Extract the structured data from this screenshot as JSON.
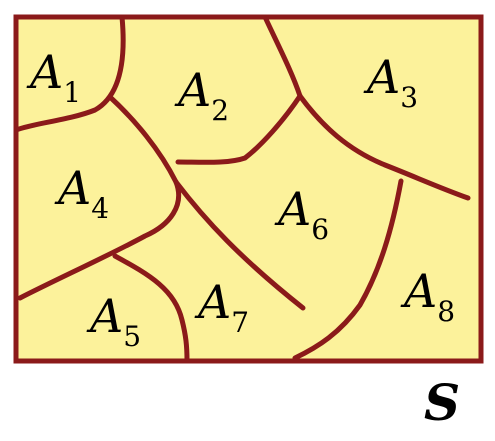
{
  "colors": {
    "fill": "#fcf29b",
    "stroke": "#8b1a1a"
  },
  "regions": [
    {
      "letter": "A",
      "sub": "1"
    },
    {
      "letter": "A",
      "sub": "2"
    },
    {
      "letter": "A",
      "sub": "3"
    },
    {
      "letter": "A",
      "sub": "4"
    },
    {
      "letter": "A",
      "sub": "5"
    },
    {
      "letter": "A",
      "sub": "6"
    },
    {
      "letter": "A",
      "sub": "7"
    },
    {
      "letter": "A",
      "sub": "8"
    }
  ],
  "set_label": "S"
}
